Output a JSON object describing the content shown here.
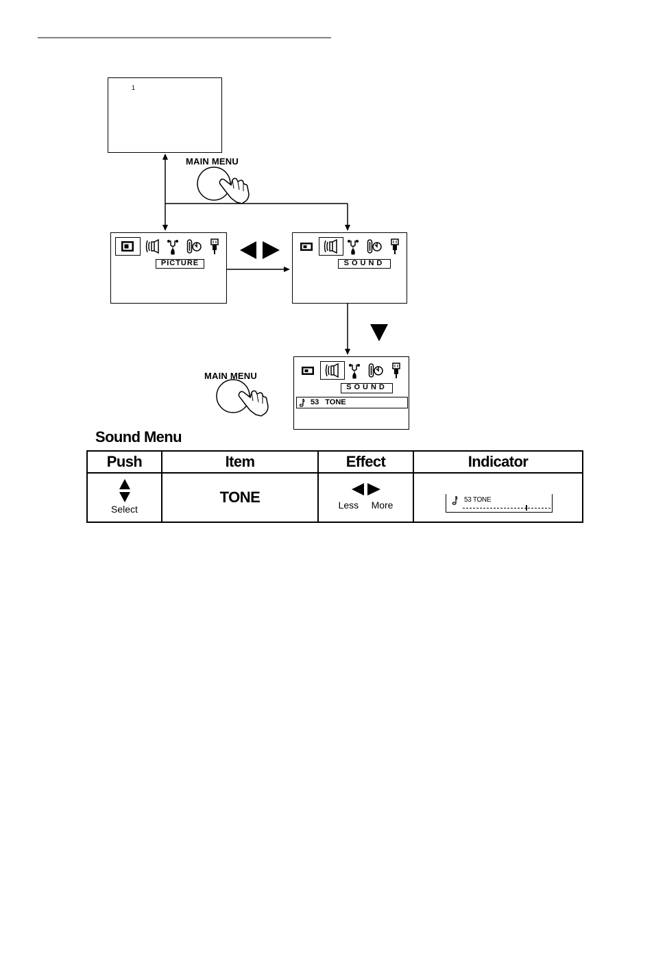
{
  "screen": {
    "channel": "1"
  },
  "flow": {
    "main_menu_top": "MAIN MENU",
    "main_menu_bottom": "MAIN MENU"
  },
  "menus": {
    "picture": {
      "label": "PICTURE"
    },
    "sound": {
      "label": "SOUND"
    },
    "sound_tone": {
      "label": "SOUND",
      "item": "53 TONE"
    }
  },
  "section": {
    "title": "Sound Menu"
  },
  "table": {
    "headers": [
      "Push",
      "Item",
      "Effect",
      "Indicator"
    ],
    "row": {
      "push": "Select",
      "item": "TONE",
      "effect_less": "Less",
      "effect_more": "More",
      "indicator": "53 TONE"
    }
  },
  "icons": {
    "menu": [
      "picture-icon",
      "speaker-icon",
      "hand-icon",
      "clock-icon",
      "plug-icon"
    ],
    "note": "note-icon",
    "button": "hand-press-icon",
    "nav_left_right": "left-right-arrow-icon",
    "nav_down": "down-arrow-icon",
    "select": "up-down-arrow-icon"
  },
  "colors": {
    "ink": "#000000",
    "paper": "#ffffff"
  }
}
